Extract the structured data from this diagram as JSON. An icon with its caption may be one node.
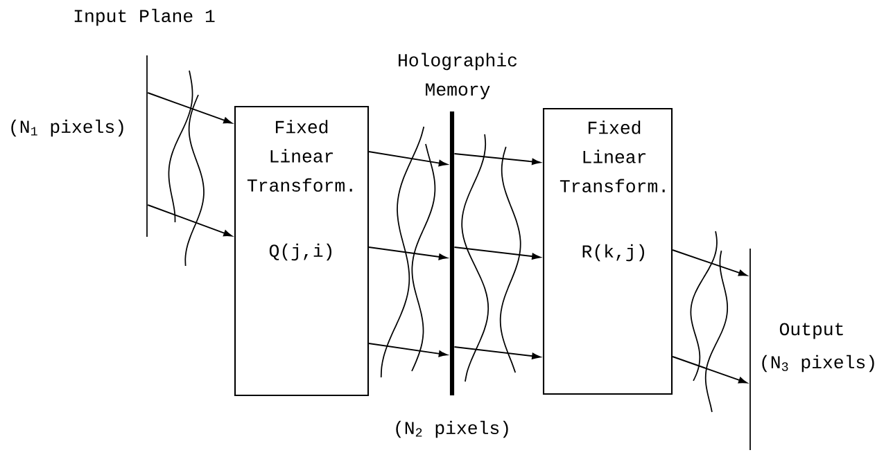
{
  "diagram": {
    "nodes": [
      {
        "text": [
          "Input Plane 1"
        ],
        "beside": [
          "(N$_{1}$ pixels)"
        ]
      },
      {
        "text": [
          "Fixed Linear Transform.",
          "Q(j,i)"
        ]
      },
      {
        "text": [
          "Holographic Memory"
        ],
        "beside": [
          "(N$_{2}$ pixels)"
        ]
      },
      {
        "text": [
          "Fixed Linear Transform.",
          "R(k,j)"
        ]
      },
      {
        "text": [
          "Output"
        ],
        "beside": [
          "(N$_{3}$ pixels)"
        ]
      }
    ],
    "edges": [
      {
        "from": 0,
        "to": 1,
        "arrow": "to"
      },
      {
        "from": 0,
        "to": 1,
        "arrow": "to"
      },
      {
        "from": 1,
        "to": 2,
        "arrow": "to"
      },
      {
        "from": 1,
        "to": 2,
        "arrow": "to"
      },
      {
        "from": 1,
        "to": 2,
        "arrow": "to"
      },
      {
        "from": 2,
        "to": 3,
        "arrow": "to"
      },
      {
        "from": 2,
        "to": 3,
        "arrow": "to"
      },
      {
        "from": 2,
        "to": 3,
        "arrow": "to"
      },
      {
        "from": 3,
        "to": 4,
        "arrow": "to"
      },
      {
        "from": 3,
        "to": 4,
        "arrow": "to"
      }
    ]
  }
}
